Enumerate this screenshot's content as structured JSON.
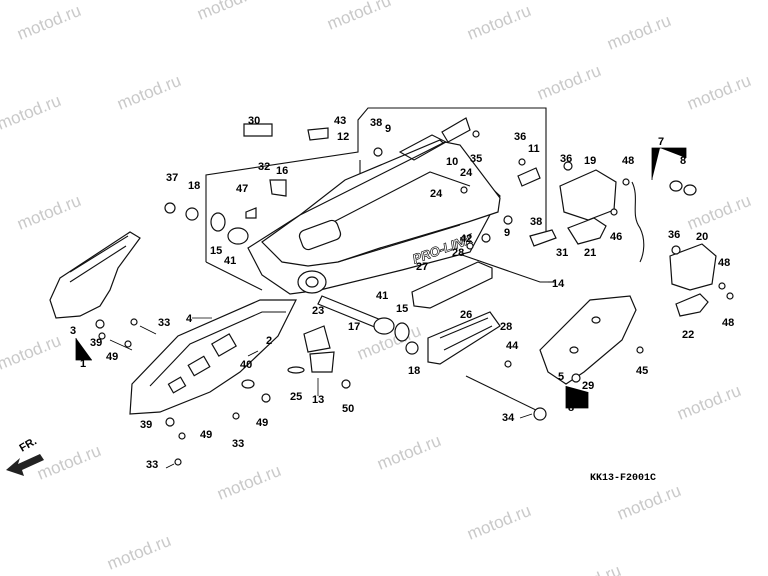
{
  "watermark": "motod.ru",
  "diagram_code": "KK13-F2001C",
  "direction_label": "FR.",
  "callouts": {
    "p1": "1",
    "p2": "2",
    "p3": "3",
    "p4": "4",
    "p5": "5",
    "p7": "7",
    "p8": "8",
    "p8b": "8",
    "p9a": "9",
    "p9b": "9",
    "p10": "10",
    "p11": "11",
    "p12": "12",
    "p13": "13",
    "p14": "14",
    "p15a": "15",
    "p15b": "15",
    "p16": "16",
    "p17": "17",
    "p18a": "18",
    "p18b": "18",
    "p19": "19",
    "p20": "20",
    "p21": "21",
    "p22": "22",
    "p23": "23",
    "p24a": "24",
    "p24b": "24",
    "p25": "25",
    "p26": "26",
    "p27": "27",
    "p28a": "28",
    "p28b": "28",
    "p29": "29",
    "p30": "30",
    "p31": "31",
    "p32": "32",
    "p33a": "33",
    "p33b": "33",
    "p33c": "33",
    "p34": "34",
    "p35": "35",
    "p36a": "36",
    "p36b": "36",
    "p36c": "36",
    "p37": "37",
    "p38a": "38",
    "p38b": "38",
    "p39a": "39",
    "p39b": "39",
    "p40": "40",
    "p41a": "41",
    "p41b": "41",
    "p42": "42",
    "p43": "43",
    "p44": "44",
    "p45": "45",
    "p46": "46",
    "p47": "47",
    "p48a": "48",
    "p48b": "48",
    "p48c": "48",
    "p49a": "49",
    "p49b": "49",
    "p49c": "49",
    "p50": "50"
  }
}
